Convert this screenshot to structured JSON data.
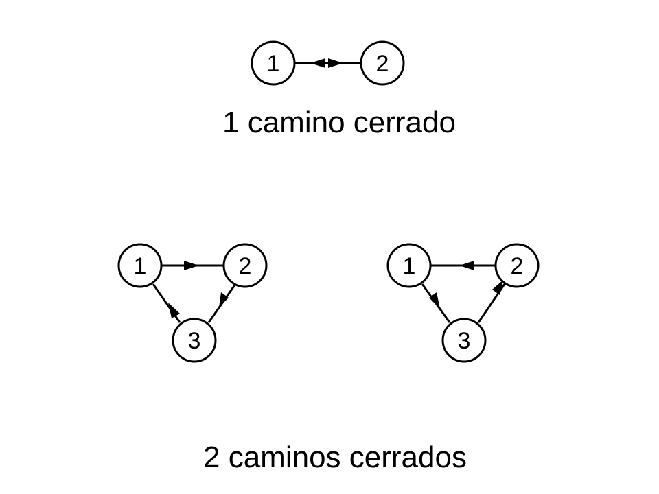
{
  "graphs": {
    "g1": {
      "nodes": [
        "1",
        "2"
      ],
      "caption": "1 camino cerrado"
    },
    "g2": {
      "nodes": [
        "1",
        "2",
        "3"
      ]
    },
    "g3": {
      "nodes": [
        "1",
        "2",
        "3"
      ]
    },
    "bottom_caption": "2 caminos cerrados"
  },
  "colors": {
    "stroke": "#000000",
    "node_fill": "#ffffff",
    "background": "#ffffff"
  }
}
